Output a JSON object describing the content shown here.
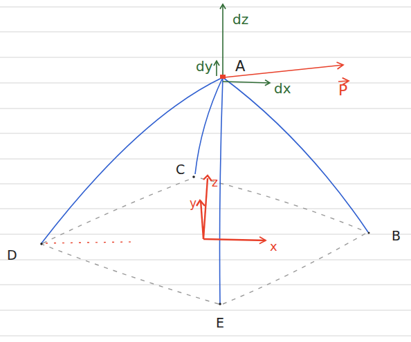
{
  "diagram": {
    "labels": [
      "dz",
      "dy",
      "A",
      "P",
      "dx",
      "C",
      "z",
      "y",
      "x",
      "D",
      "B",
      "E"
    ]
  }
}
